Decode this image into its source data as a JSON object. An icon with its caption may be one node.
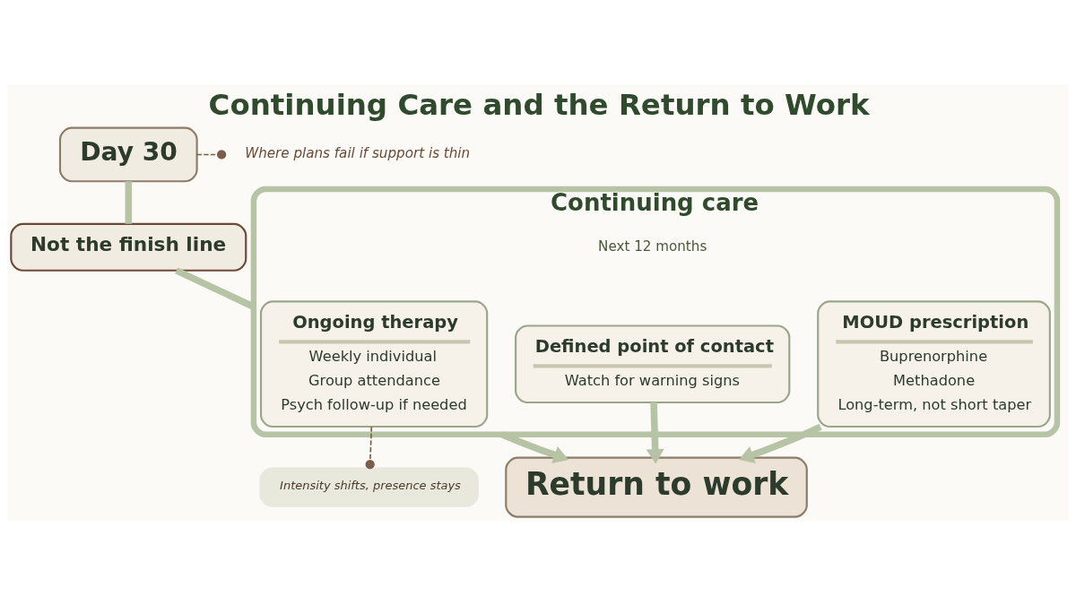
{
  "diagram": {
    "title": "Continuing Care and the Return to Work",
    "nodes": [
      {
        "text": [
          "Day 30"
        ]
      },
      {
        "text": [
          "Where plans fail if support is thin"
        ]
      },
      {
        "text": [
          "Not the finish line"
        ]
      },
      {
        "text": [
          "Continuing care"
        ]
      },
      {
        "text": [
          "MOUD prescription",
          "Buprenorphine",
          "Methadone",
          "Long-term, not short taper"
        ],
        "in": 3
      },
      {
        "text": [
          "Ongoing therapy",
          "Weekly individual",
          "Group attendance",
          "Psych follow-up if needed"
        ],
        "in": 3
      },
      {
        "text": [
          "Defined point of contact",
          "Watch for warning signs"
        ],
        "in": 3
      },
      {
        "text": [
          "Intensity shifts, presence stays"
        ]
      },
      {
        "text": [
          "Return to work"
        ]
      }
    ],
    "edges": [
      {
        "from": 0,
        "to": 1,
        "arrow": "other",
        "style": "dashed",
        "color": "#7a5c48"
      },
      {
        "from": 0,
        "to": 2,
        "arrow": "none"
      },
      {
        "from": 2,
        "to": 3,
        "arrow": "none"
      },
      {
        "from": 4,
        "to": 8,
        "arrow": "to"
      },
      {
        "from": 6,
        "to": 8,
        "arrow": "to"
      },
      {
        "from": 5,
        "to": 7,
        "arrow": "other",
        "style": "dashed",
        "color": "#7a5c48"
      },
      {
        "from": 3,
        "to": 8,
        "arrow": "to"
      }
    ],
    "labels": [
      "Next 12 months"
    ]
  }
}
